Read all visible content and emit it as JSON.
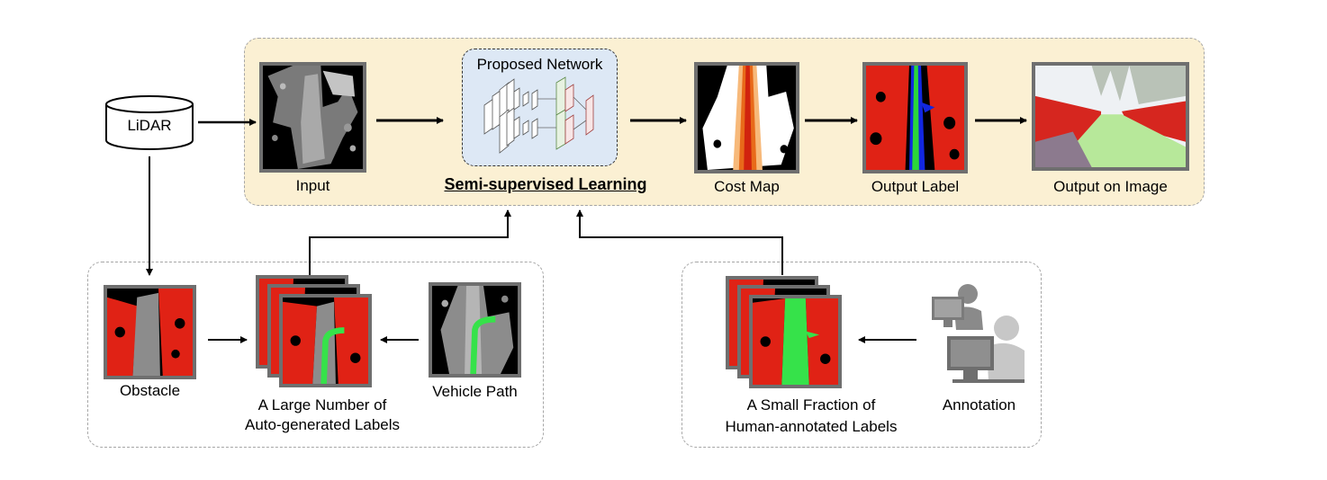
{
  "diagram": {
    "lidar": "LiDAR",
    "top": {
      "input": "Input",
      "network": "Proposed Network",
      "learning": "Semi-supervised Learning",
      "cost_map": "Cost Map",
      "output_label": "Output Label",
      "output_image": "Output on Image"
    },
    "auto": {
      "obstacle": "Obstacle",
      "labels_line1": "A Large Number of",
      "labels_line2": "Auto-generated Labels",
      "vehicle_path": "Vehicle Path"
    },
    "human": {
      "labels_line1": "A Small Fraction of",
      "labels_line2": "Human-annotated Labels",
      "annotation": "Annotation"
    }
  }
}
